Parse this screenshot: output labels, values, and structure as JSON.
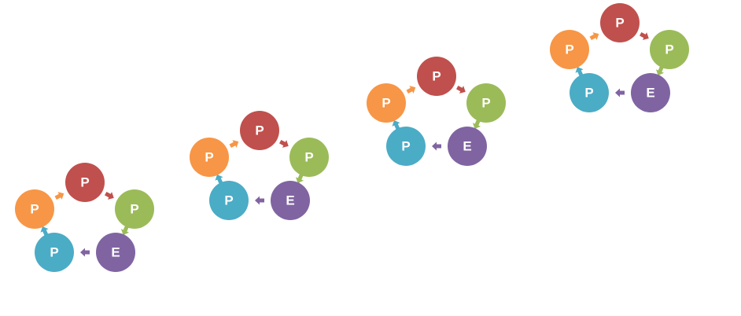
{
  "colors": {
    "node_top": "#c0504d",
    "node_right": "#9bbb59",
    "node_bottom_right": "#8064a2",
    "node_bottom_left": "#4bacc6",
    "node_left": "#f79646",
    "label": "#ffffff",
    "background": "#ffffff"
  },
  "cycle_nodes": [
    {
      "key": "top",
      "label": "P",
      "color": "node_top"
    },
    {
      "key": "right",
      "label": "P",
      "color": "node_right"
    },
    {
      "key": "bottom-right",
      "label": "E",
      "color": "node_bottom_right"
    },
    {
      "key": "bottom-left",
      "label": "P",
      "color": "node_bottom_left"
    },
    {
      "key": "left",
      "label": "P",
      "color": "node_left"
    }
  ],
  "cycles": [
    {
      "id": "cycle-1"
    },
    {
      "id": "cycle-2"
    },
    {
      "id": "cycle-3"
    },
    {
      "id": "cycle-4"
    }
  ]
}
